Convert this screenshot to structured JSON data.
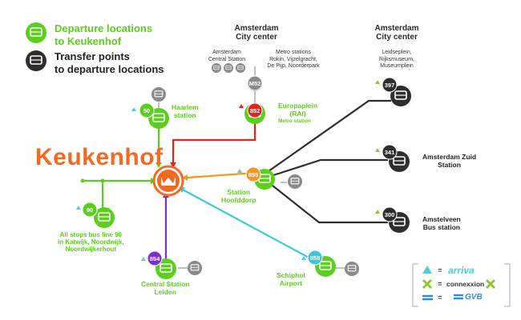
{
  "legend": {
    "departure": "Departure locations\nto Keukenhof",
    "transfer": "Transfer points\nto departure locations"
  },
  "title": "Keukenhof",
  "city_center_1": {
    "title": "Amsterdam\nCity center",
    "left_label": "Amsterdam\nCentral Station",
    "right_label": "Metro stations\nRokin, Vijzelgracht,\nDe Pijp, Noorderpark"
  },
  "city_center_2": {
    "title": "Amsterdam\nCity center",
    "label": "Leidseplein,\nRijksmuseum,\nMuseumplein"
  },
  "routes": {
    "r50": "50",
    "r852": "852",
    "r859": "859",
    "r90": "90",
    "r854": "854",
    "r858": "858",
    "r397": "397",
    "r341": "341",
    "r300": "300",
    "m52": "M52"
  },
  "stops": {
    "haarlem": "Haarlem\nstation",
    "europaplein": "Europaplein\n(RAI)",
    "europaplein_sub": "Metro station",
    "hoofddorp": "Station\nHoofddorp",
    "bus90": "All stops bus line 90\nin Katwijk, Noordwijk,\nNoordwijkerhout",
    "leiden": "Central Station\nLeiden",
    "schiphol": "Schiphol\nAirport",
    "zuid": "Amsterdam Zuid\nStation",
    "amstelveen": "Amstelveen\nBus station"
  },
  "operators": {
    "arriva": "arriva",
    "connexxion": "connexxion",
    "gvb": "GVB",
    "eq": "="
  },
  "colors": {
    "green": "#5ccf1e",
    "dark": "#2e2e2e",
    "orange": "#f5961d",
    "red": "#e8221b",
    "purple": "#7a2fd0",
    "cyan": "#3cc9d6",
    "keukenhof": "#f26a23",
    "gray": "#8a8a8a"
  }
}
